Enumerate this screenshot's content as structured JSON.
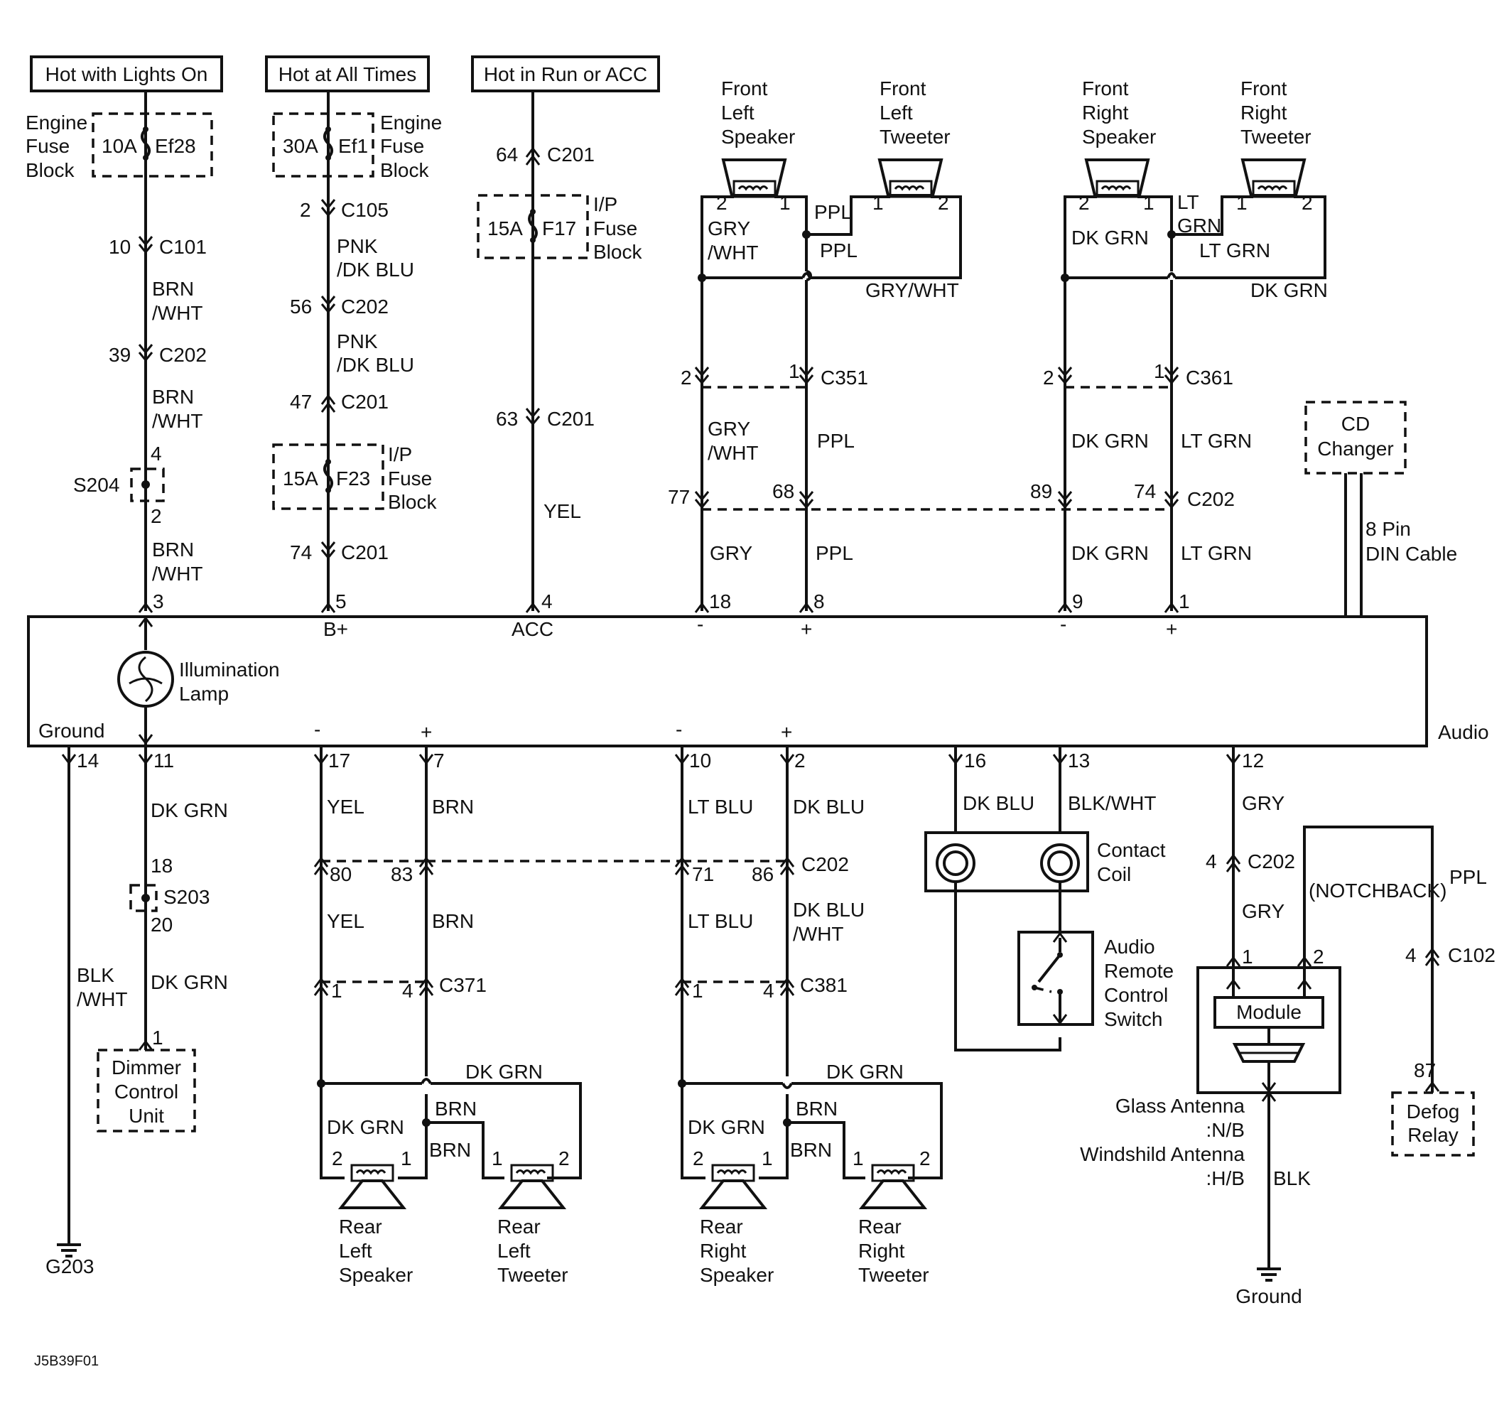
{
  "diagram_id": "J5B39F01",
  "power_sources": {
    "lights_on": "Hot with Lights On",
    "all_times": "Hot at All Times",
    "run_acc": "Hot in Run or ACC"
  },
  "fuse_blocks": {
    "engine_fuse_block_a": [
      "Engine",
      "Fuse",
      "Block"
    ],
    "ef28_rating": "10A",
    "ef28_name": "Ef28",
    "ef1_rating": "30A",
    "ef1_name": "Ef1",
    "engine_fuse_block_b": [
      "Engine",
      "Fuse",
      "Block"
    ],
    "f17_rating": "15A",
    "f17_name": "F17",
    "ip_fuse_block_a": [
      "I/P",
      "Fuse",
      "Block"
    ],
    "f23_rating": "15A",
    "f23_name": "F23",
    "ip_fuse_block_b": [
      "I/P",
      "Fuse",
      "Block"
    ]
  },
  "connectors": {
    "c101": "C101",
    "c105": "C105",
    "c201": "C201",
    "c202": "C202",
    "c351": "C351",
    "c361": "C361",
    "c371": "C371",
    "c381": "C381",
    "c102": "C102"
  },
  "splices": {
    "s204": "S204",
    "s203": "S203"
  },
  "wire_colors": {
    "brn_wht": [
      "BRN",
      "/WHT"
    ],
    "pnk_dk_blu": [
      "PNK",
      "/DK BLU"
    ],
    "yel": "YEL",
    "gry": "GRY",
    "gry_wht": [
      "GRY",
      "/WHT"
    ],
    "ppl": "PPL",
    "dk_grn": "DK GRN",
    "lt_grn": "LT GRN",
    "lt_grn_split": [
      "LT",
      "GRN"
    ],
    "gry_wht_inline": "GRY/WHT",
    "brn": "BRN",
    "lt_blu": "LT BLU",
    "dk_blu": "DK BLU",
    "dk_blu_wht": [
      "DK BLU",
      "/WHT"
    ],
    "blk_wht_inline": "BLK/WHT",
    "blk_wht": [
      "BLK",
      "/WHT"
    ],
    "blk": "BLK"
  },
  "front_components": {
    "front_left_speaker": [
      "Front",
      "Left",
      "Speaker"
    ],
    "front_left_tweeter": [
      "Front",
      "Left",
      "Tweeter"
    ],
    "front_right_speaker": [
      "Front",
      "Right",
      "Speaker"
    ],
    "front_right_tweeter": [
      "Front",
      "Right",
      "Tweeter"
    ]
  },
  "rear_components": {
    "rear_left_speaker": [
      "Rear",
      "Left",
      "Speaker"
    ],
    "rear_left_tweeter": [
      "Rear",
      "Left",
      "Tweeter"
    ],
    "rear_right_speaker": [
      "Rear",
      "Right",
      "Speaker"
    ],
    "rear_right_tweeter": [
      "Rear",
      "Right",
      "Tweeter"
    ]
  },
  "audio_unit": {
    "name": "Audio",
    "b_plus": "B+",
    "acc": "ACC",
    "ground": "Ground",
    "lamp": [
      "Illumination",
      "Lamp"
    ],
    "minus": "-",
    "plus": "+"
  },
  "other_components": {
    "cd_changer": [
      "CD",
      "Changer"
    ],
    "din_cable": [
      "8 Pin",
      "DIN Cable"
    ],
    "contact_coil": [
      "Contact",
      "Coil"
    ],
    "remote_switch": [
      "Audio",
      "Remote",
      "Control",
      "Switch"
    ],
    "dimmer": [
      "Dimmer",
      "Control",
      "Unit"
    ],
    "module": "Module",
    "notchback": "(NOTCHBACK)",
    "antenna": [
      "Glass Antenna",
      ":N/B",
      "Windshild Antenna",
      ":H/B"
    ],
    "defog": [
      "Defog",
      "Relay"
    ],
    "g203": "G203",
    "ground": "Ground"
  },
  "pins": {
    "p1": "1",
    "p2": "2",
    "p3": "3",
    "p4": "4",
    "p5": "5",
    "p7": "7",
    "p8": "8",
    "p9": "9",
    "p10": "10",
    "p11": "11",
    "p12": "12",
    "p13": "13",
    "p14": "14",
    "p16": "16",
    "p17": "17",
    "p18": "18",
    "p20": "20",
    "p39": "39",
    "p47": "47",
    "p56": "56",
    "p63": "63",
    "p64": "64",
    "p68": "68",
    "p71": "71",
    "p74": "74",
    "p77": "77",
    "p80": "80",
    "p83": "83",
    "p86": "86",
    "p87": "87",
    "p89": "89"
  }
}
